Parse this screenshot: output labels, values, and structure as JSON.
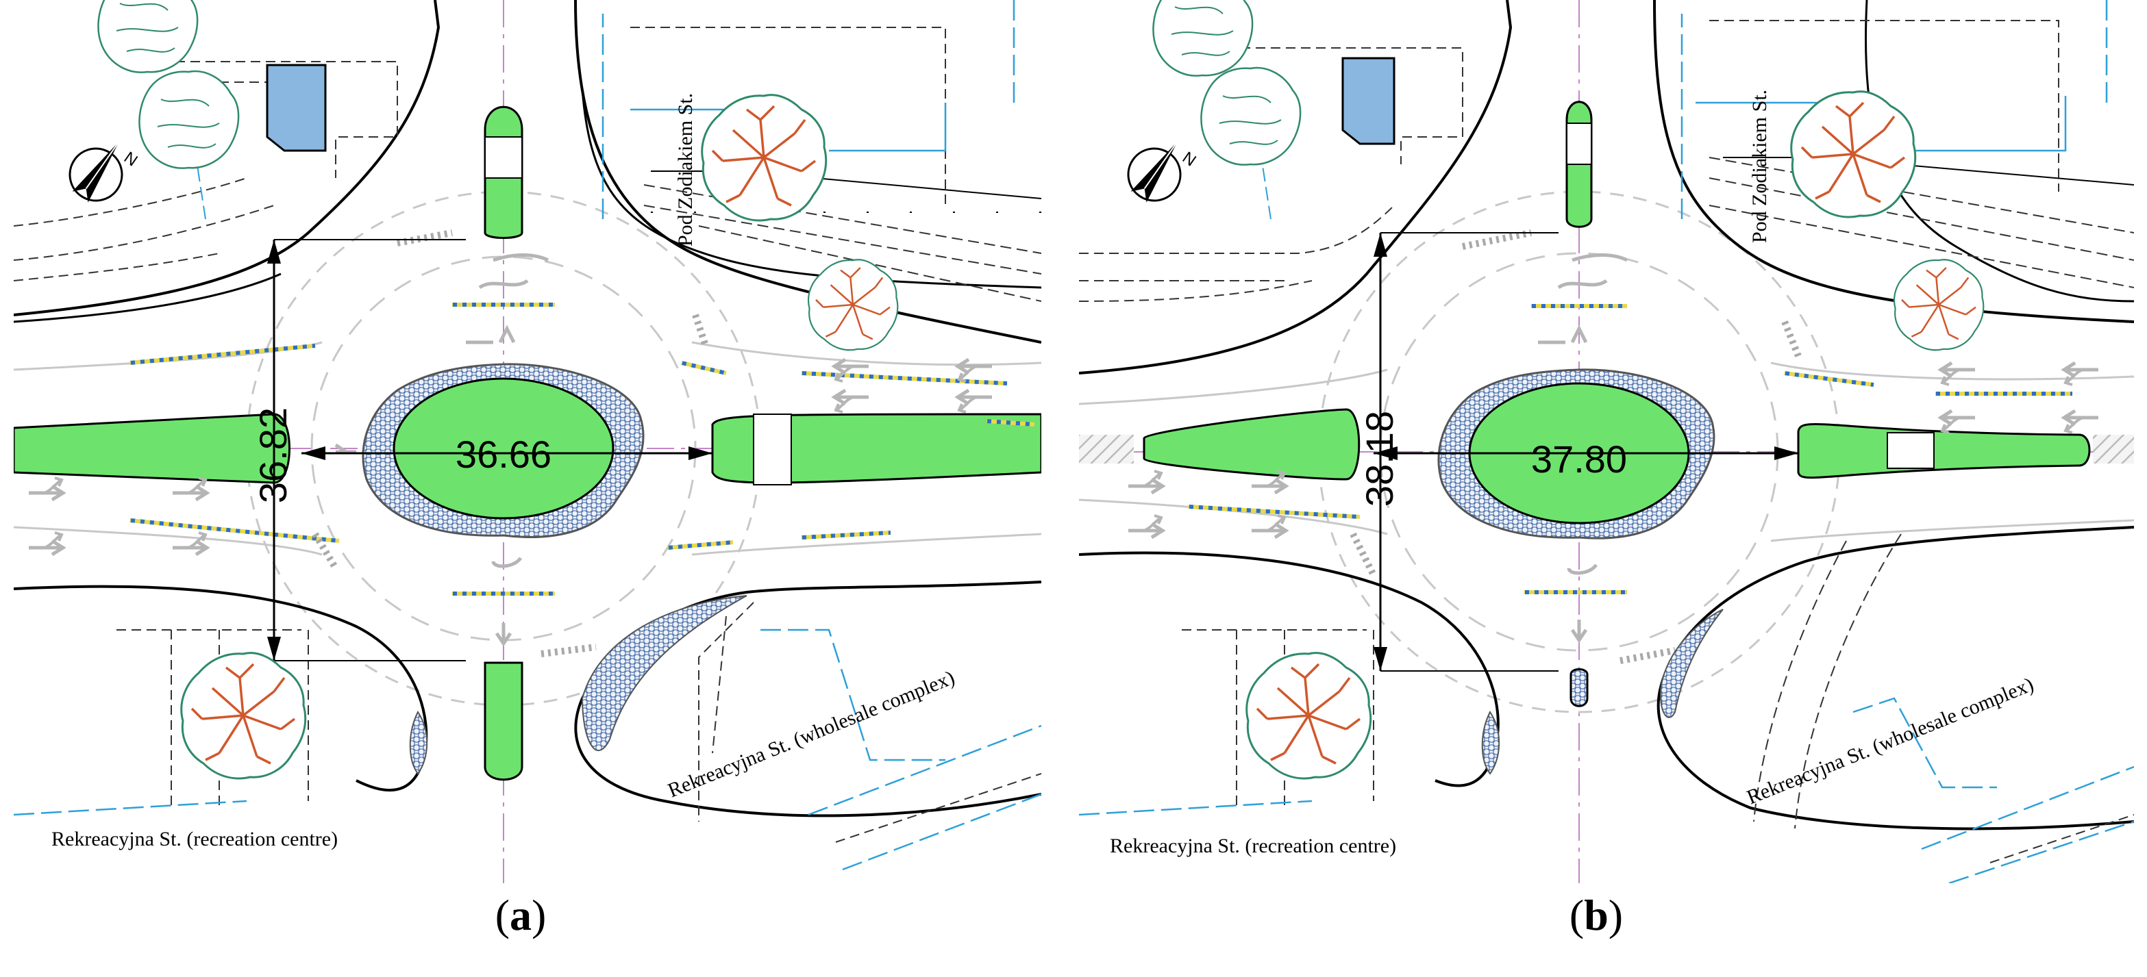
{
  "panels": [
    {
      "id": "a",
      "caption_letter": "a",
      "diameter_label": "36.66",
      "vertical_dimension_label": "36.82",
      "streets": {
        "north": "Pod Zodiakiem St.",
        "south_west": "Rekreacyjna St. (recreation centre)",
        "south_east": "Rekreacyjna St. (wholesale complex)"
      }
    },
    {
      "id": "b",
      "caption_letter": "b",
      "diameter_label": "37.80",
      "vertical_dimension_label": "38.18",
      "streets": {
        "north": "Pod Zodiakiem St.",
        "south_west": "Rekreacyjna St. (recreation centre)",
        "south_east": "Rekreacyjna St. (wholesale complex)"
      }
    }
  ],
  "colors": {
    "island_green": "#6de36d",
    "building_blue": "#89b7e0",
    "tree_outline": "#2f8a6a",
    "tree_branch": "#d0582c",
    "utility_line": "#2ea0d8",
    "road_marking": "#c8c8c8",
    "hatch_blue": "#4a6fa8"
  },
  "icons": [
    "north-arrow-icon",
    "tree-icon",
    "lane-arrow-icon"
  ]
}
